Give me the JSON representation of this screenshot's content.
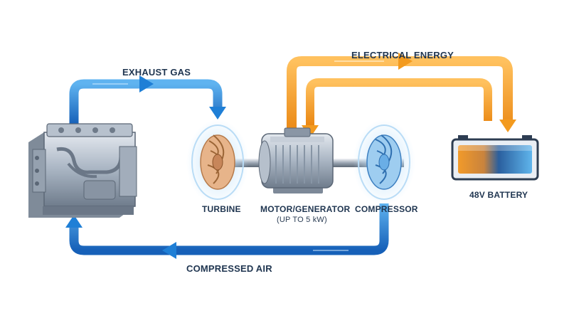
{
  "labels": {
    "exhaust_gas": "EXHAUST GAS",
    "electrical_energy": "ELECTRICAL ENERGY",
    "turbine": "TURBINE",
    "motor_generator": "MOTOR/GENERATOR",
    "motor_generator_sub": "(UP TO 5 kW)",
    "compressor": "COMPRESSOR",
    "battery": "48V BATTERY",
    "compressed_air": "COMPRESSED AIR"
  },
  "colors": {
    "blue_flow": "#1f7fd6",
    "blue_light": "#5fb3f0",
    "orange_flow": "#f39a1e",
    "orange_light": "#ffc15e",
    "label": "#1f3550",
    "metal": "#9aa7b6",
    "battery_blue": "#1a5fa8",
    "battery_orange": "#f19a2a"
  },
  "icons": {
    "engine": "engine-icon",
    "turbine": "turbine-icon",
    "motor": "motor-generator-icon",
    "compressor": "compressor-icon",
    "battery": "battery-icon"
  }
}
